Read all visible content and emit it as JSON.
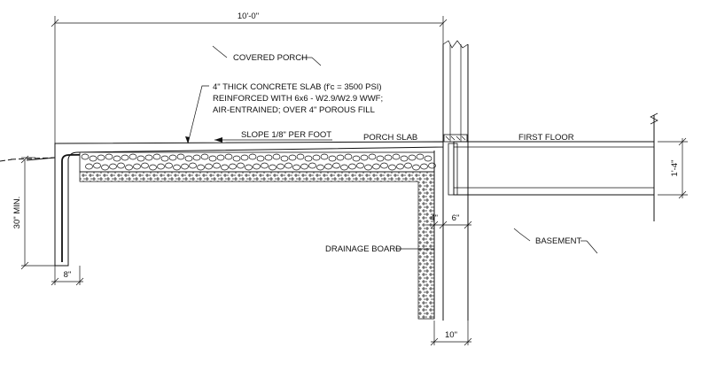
{
  "labels": {
    "dim_overall": "10'-0\"",
    "covered_porch": "COVERED PORCH",
    "slab_note_1": "4\" THICK CONCRETE SLAB (f'c = 3500 PSI)",
    "slab_note_2": "REINFORCED WITH 6x6 - W2.9/W2.9 WWF;",
    "slab_note_3": "AIR-ENTRAINED; OVER 4\" POROUS FILL",
    "slope": "SLOPE 1/8\" PER FOOT",
    "porch_slab": "PORCH SLAB",
    "first_floor": "FIRST FLOOR",
    "dim_1_4": "1'-4\"",
    "dim_30_min": "30\" MIN.",
    "dim_4": "4\"",
    "dim_6": "6\"",
    "dim_8": "8\"",
    "dim_10": "10\"",
    "drainage_board": "DRAINAGE BOARD",
    "basement": "BASEMENT"
  },
  "colors": {
    "ink": "#111111",
    "background": "#ffffff"
  }
}
